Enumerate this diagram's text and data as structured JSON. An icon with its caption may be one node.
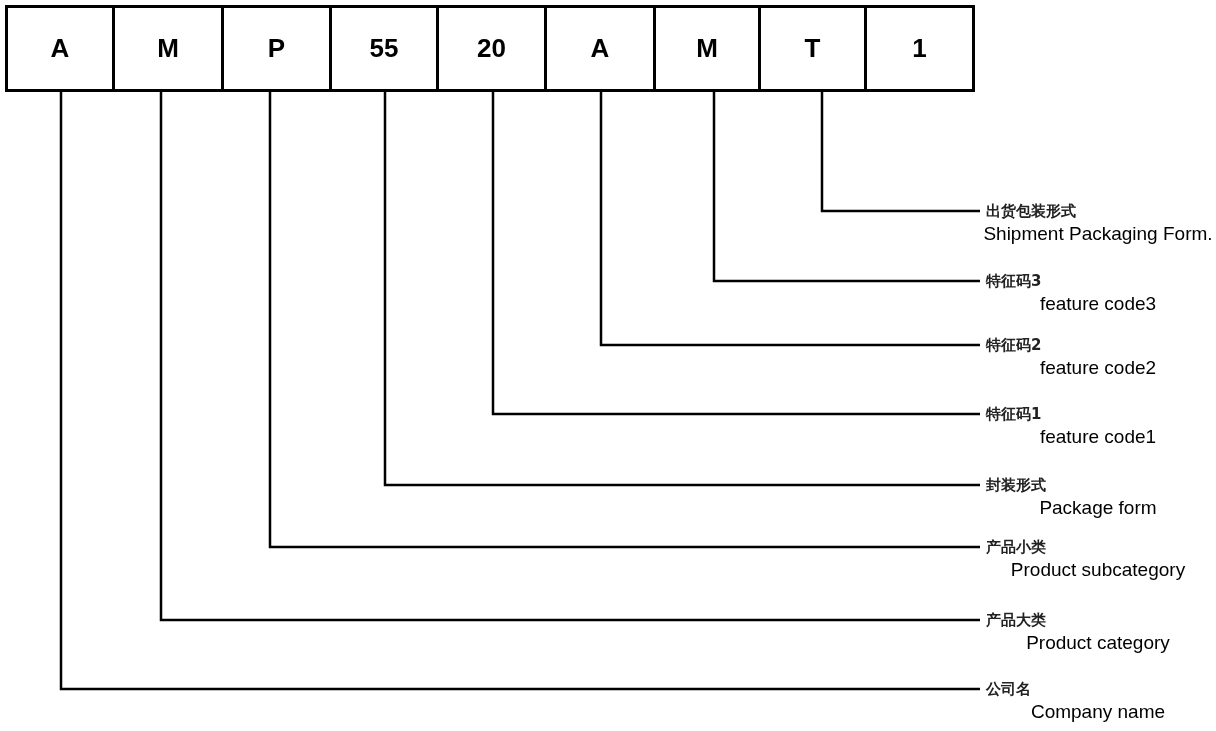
{
  "diagram": {
    "nodes": [
      {
        "text": [
          "A"
        ]
      },
      {
        "text": [
          "M"
        ]
      },
      {
        "text": [
          "P"
        ]
      },
      {
        "text": [
          "55"
        ]
      },
      {
        "text": [
          "20"
        ]
      },
      {
        "text": [
          "A"
        ]
      },
      {
        "text": [
          "M"
        ]
      },
      {
        "text": [
          "T"
        ]
      },
      {
        "text": [
          "1"
        ]
      },
      {
        "text": [
          "出货包装形式",
          "Shipment Packaging Form."
        ]
      },
      {
        "text": [
          "特征码3",
          "feature code3"
        ]
      },
      {
        "text": [
          "特征码2",
          "feature code2"
        ]
      },
      {
        "text": [
          "特征码1",
          "feature code1"
        ]
      },
      {
        "text": [
          "封装形式",
          "Package form"
        ]
      },
      {
        "text": [
          "产品小类",
          "Product subcategory"
        ]
      },
      {
        "text": [
          "产品大类",
          "Product category"
        ]
      },
      {
        "text": [
          "公司名",
          "Company name"
        ]
      }
    ],
    "edges": [
      {
        "from": 7,
        "to": 9,
        "arrow": "none"
      },
      {
        "from": 6,
        "to": 10,
        "arrow": "none"
      },
      {
        "from": 5,
        "to": 11,
        "arrow": "none"
      },
      {
        "from": 4,
        "to": 12,
        "arrow": "none"
      },
      {
        "from": 3,
        "to": 13,
        "arrow": "none"
      },
      {
        "from": 2,
        "to": 14,
        "arrow": "none"
      },
      {
        "from": 1,
        "to": 15,
        "arrow": "none"
      },
      {
        "from": 0,
        "to": 16,
        "arrow": "none"
      }
    ]
  }
}
